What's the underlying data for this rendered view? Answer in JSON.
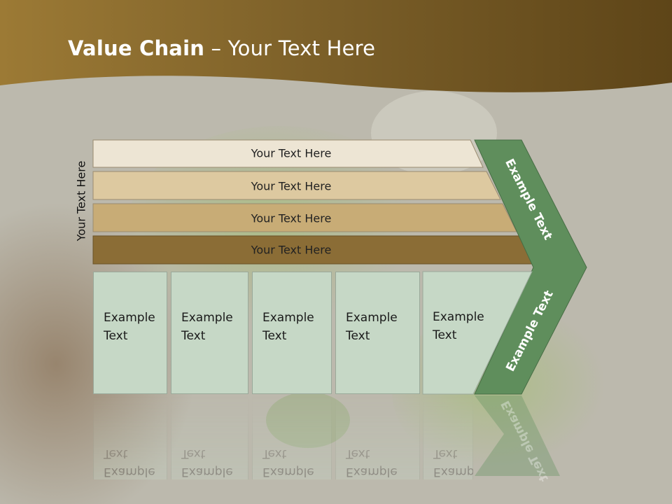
{
  "title": {
    "bold": "Value Chain",
    "rest": " – Your Text Here"
  },
  "side_label": "Your Text Here",
  "bars": [
    {
      "label": "Your Text Here",
      "color": "#ede5d4"
    },
    {
      "label": "Your Text Here",
      "color": "#ddc9a0"
    },
    {
      "label": "Your Text Here",
      "color": "#c8ac76"
    },
    {
      "label": "Your Text Here",
      "color": "#8b6d36"
    }
  ],
  "boxes": [
    {
      "line1": "Example",
      "line2": "Text"
    },
    {
      "line1": "Example",
      "line2": "Text"
    },
    {
      "line1": "Example",
      "line2": "Text"
    },
    {
      "line1": "Example",
      "line2": "Text"
    },
    {
      "line1": "Example",
      "line2": "Text"
    }
  ],
  "chevron": {
    "upper": "Example Text",
    "lower": "Example Text",
    "color": "#5f8e5c"
  },
  "colors": {
    "header": "#7a5c22",
    "box": "#c6d8c6"
  }
}
